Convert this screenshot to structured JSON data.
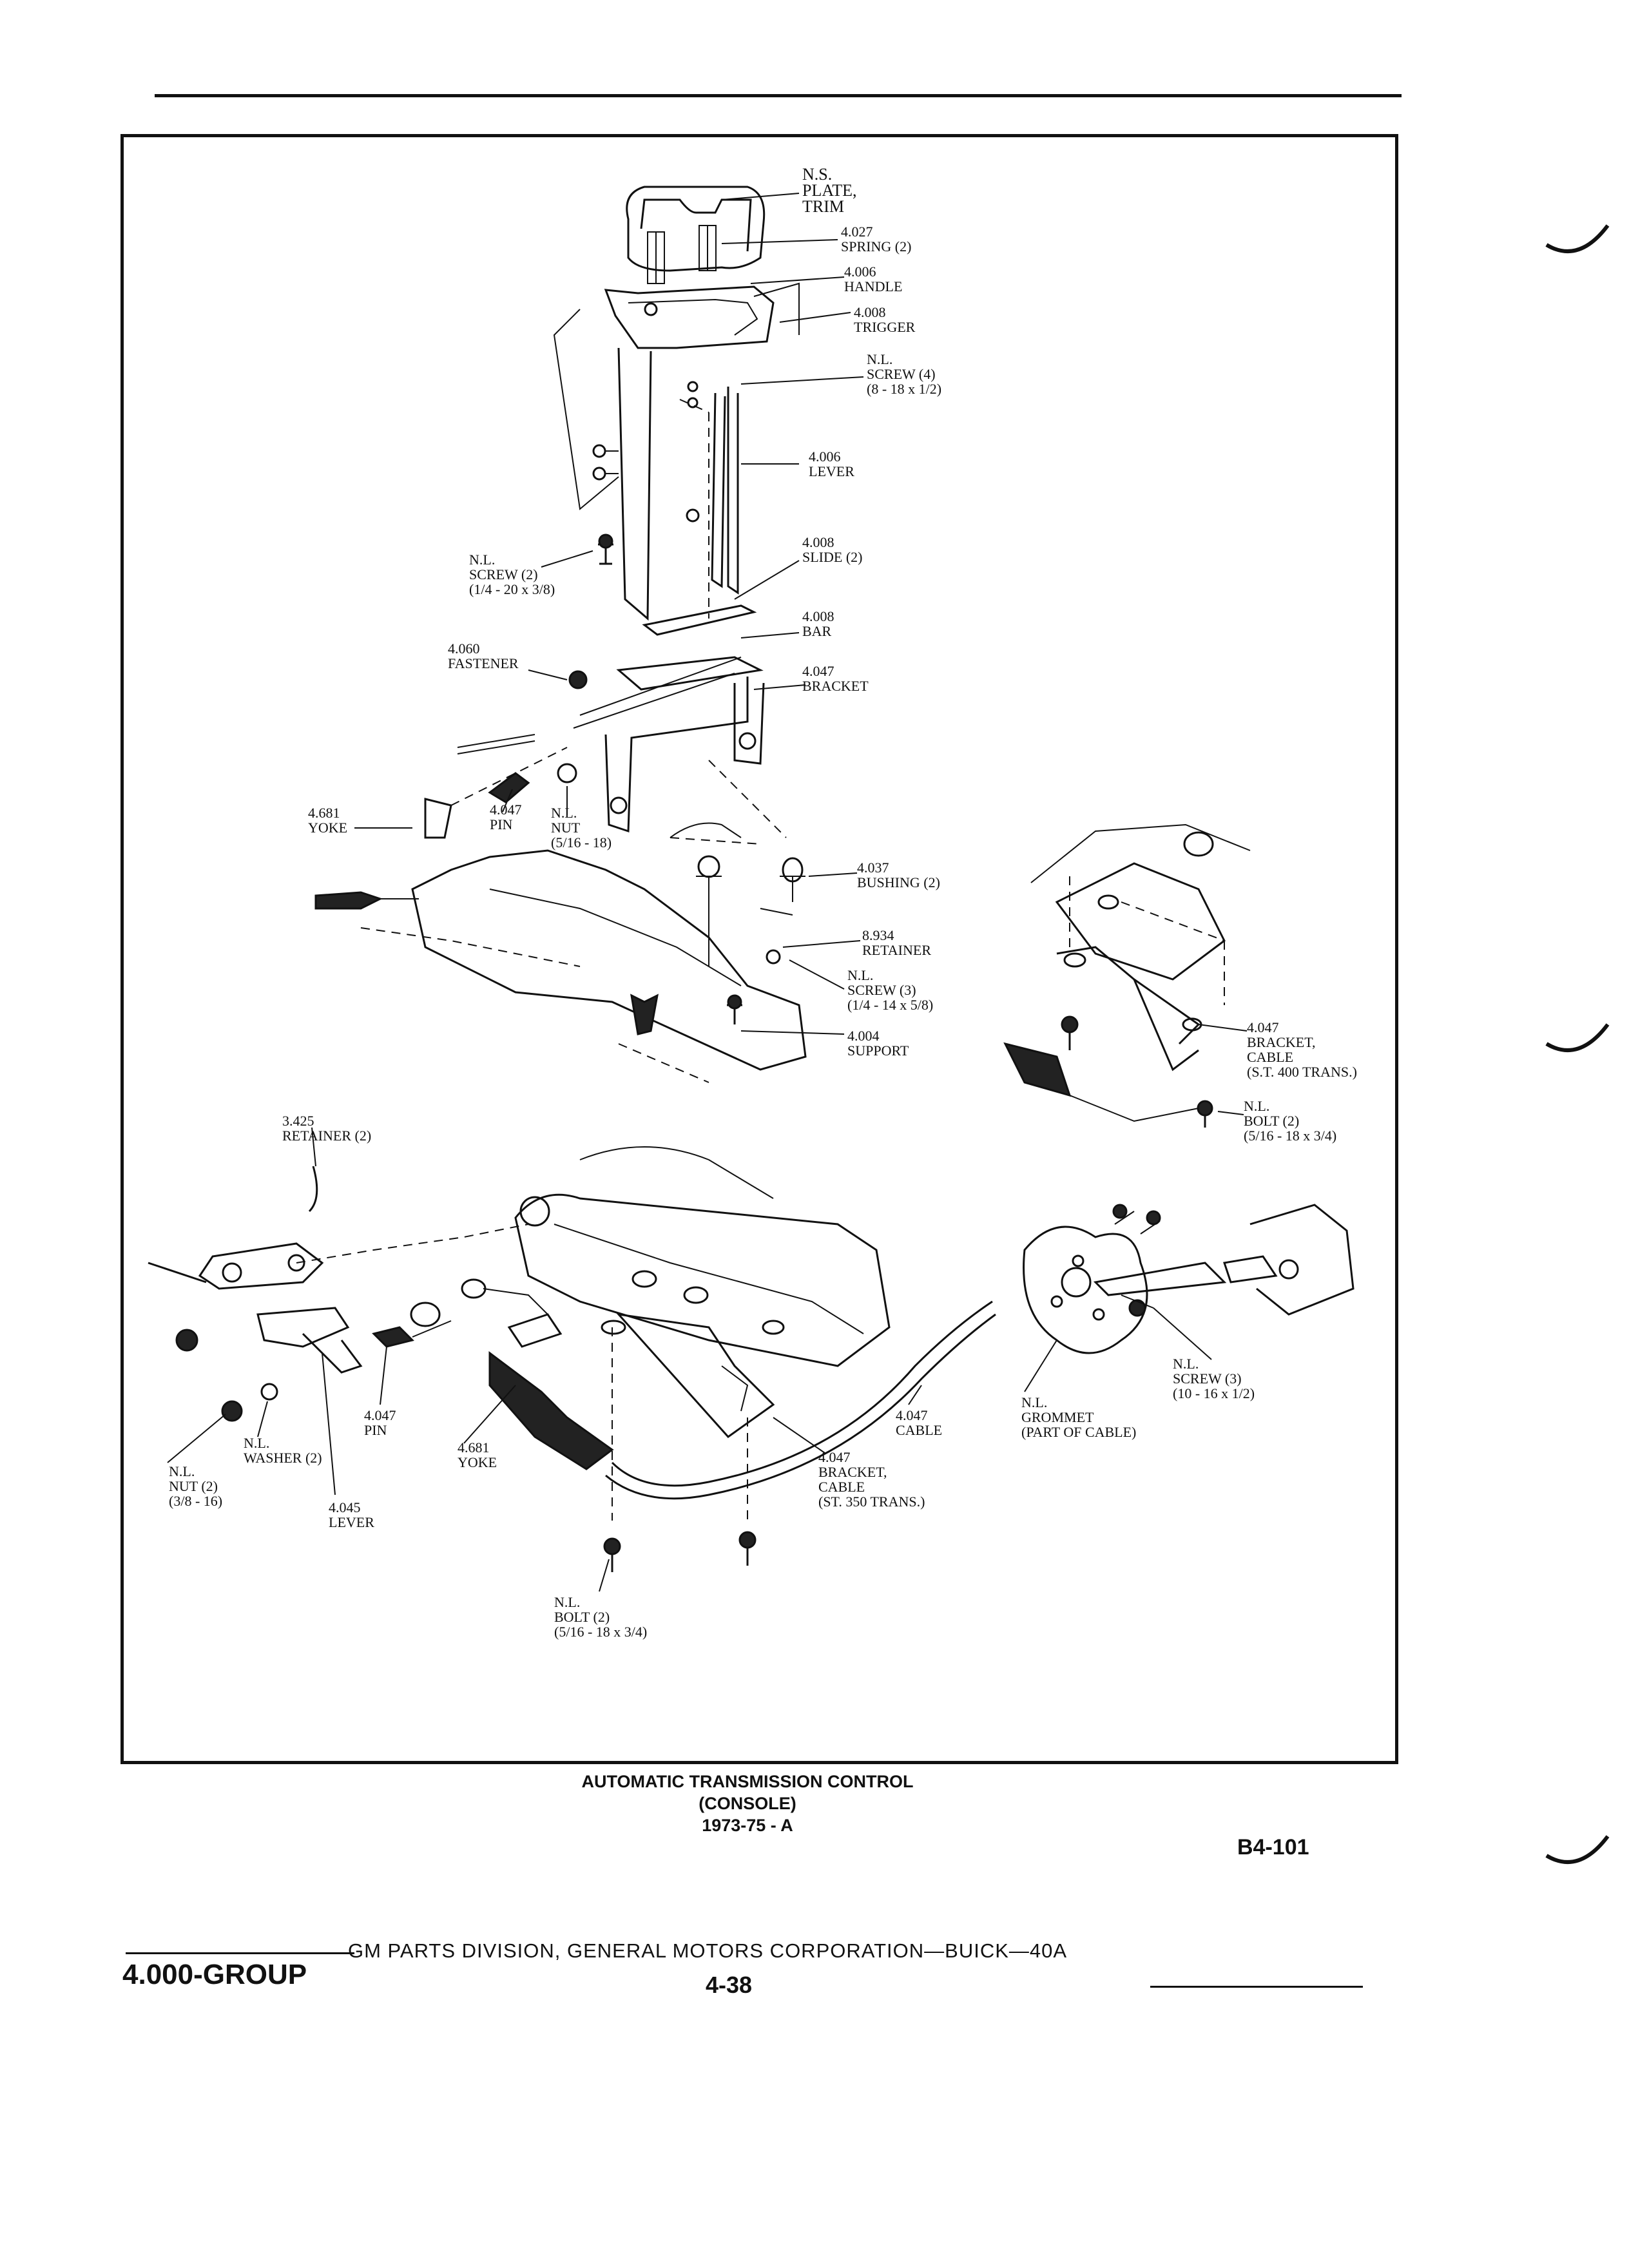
{
  "figure": {
    "labels": {
      "ns_plate_trim": "N.S.\nPLATE,\nTRIM",
      "spring": "4.027\nSPRING (2)",
      "handle": "4.006\nHANDLE",
      "trigger": "4.008\nTRIGGER",
      "screw_8_18": "N.L.\nSCREW (4)\n(8 - 18 x 1/2)",
      "lever_4006": "4.006\nLEVER",
      "screw_quarter_20": "N.L.\nSCREW (2)\n(1/4 - 20 x 3/8)",
      "slide": "4.008\nSLIDE (2)",
      "bar": "4.008\nBAR",
      "fastener": "4.060\nFASTENER",
      "bracket_4047": "4.047\nBRACKET",
      "yoke_upper": "4.681\nYOKE",
      "pin_upper": "4.047\nPIN",
      "nut_5_16": "N.L.\nNUT\n(5/16 - 18)",
      "bushing": "4.037\nBUSHING (2)",
      "retainer_8934": "8.934\nRETAINER",
      "screw_quarter_14": "N.L.\nSCREW (3)\n(1/4 - 14 x 5/8)",
      "support": "4.004\nSUPPORT",
      "bracket_cable_400": "4.047\nBRACKET,\nCABLE\n(S.T. 400 TRANS.)",
      "bolt_upper": "N.L.\nBOLT (2)\n(5/16 - 18 x 3/4)",
      "retainer_3425": "3.425\nRETAINER (2)",
      "screw_10_16": "N.L.\nSCREW (3)\n(10 - 16 x 1/2)",
      "grommet": "N.L.\nGROMMET\n(PART OF CABLE)",
      "cable": "4.047\nCABLE",
      "bracket_cable_350": "4.047\nBRACKET,\nCABLE\n(ST. 350 TRANS.)",
      "pin_lower": "4.047\nPIN",
      "yoke_lower": "4.681\nYOKE",
      "washer": "N.L.\nWASHER (2)",
      "nut_3_8": "N.L.\nNUT (2)\n(3/8 - 16)",
      "lever_4045": "4.045\nLEVER",
      "bolt_lower": "N.L.\nBOLT (2)\n(5/16 - 18 x 3/4)"
    }
  },
  "caption": {
    "line1": "AUTOMATIC TRANSMISSION CONTROL",
    "line2": "(CONSOLE)",
    "line3": "1973-75 - A",
    "figure_number": "B4-101"
  },
  "footer": {
    "group": "4.000-GROUP",
    "corporation": "GM PARTS DIVISION, GENERAL MOTORS CORPORATION—BUICK—40A",
    "page": "4-38"
  }
}
